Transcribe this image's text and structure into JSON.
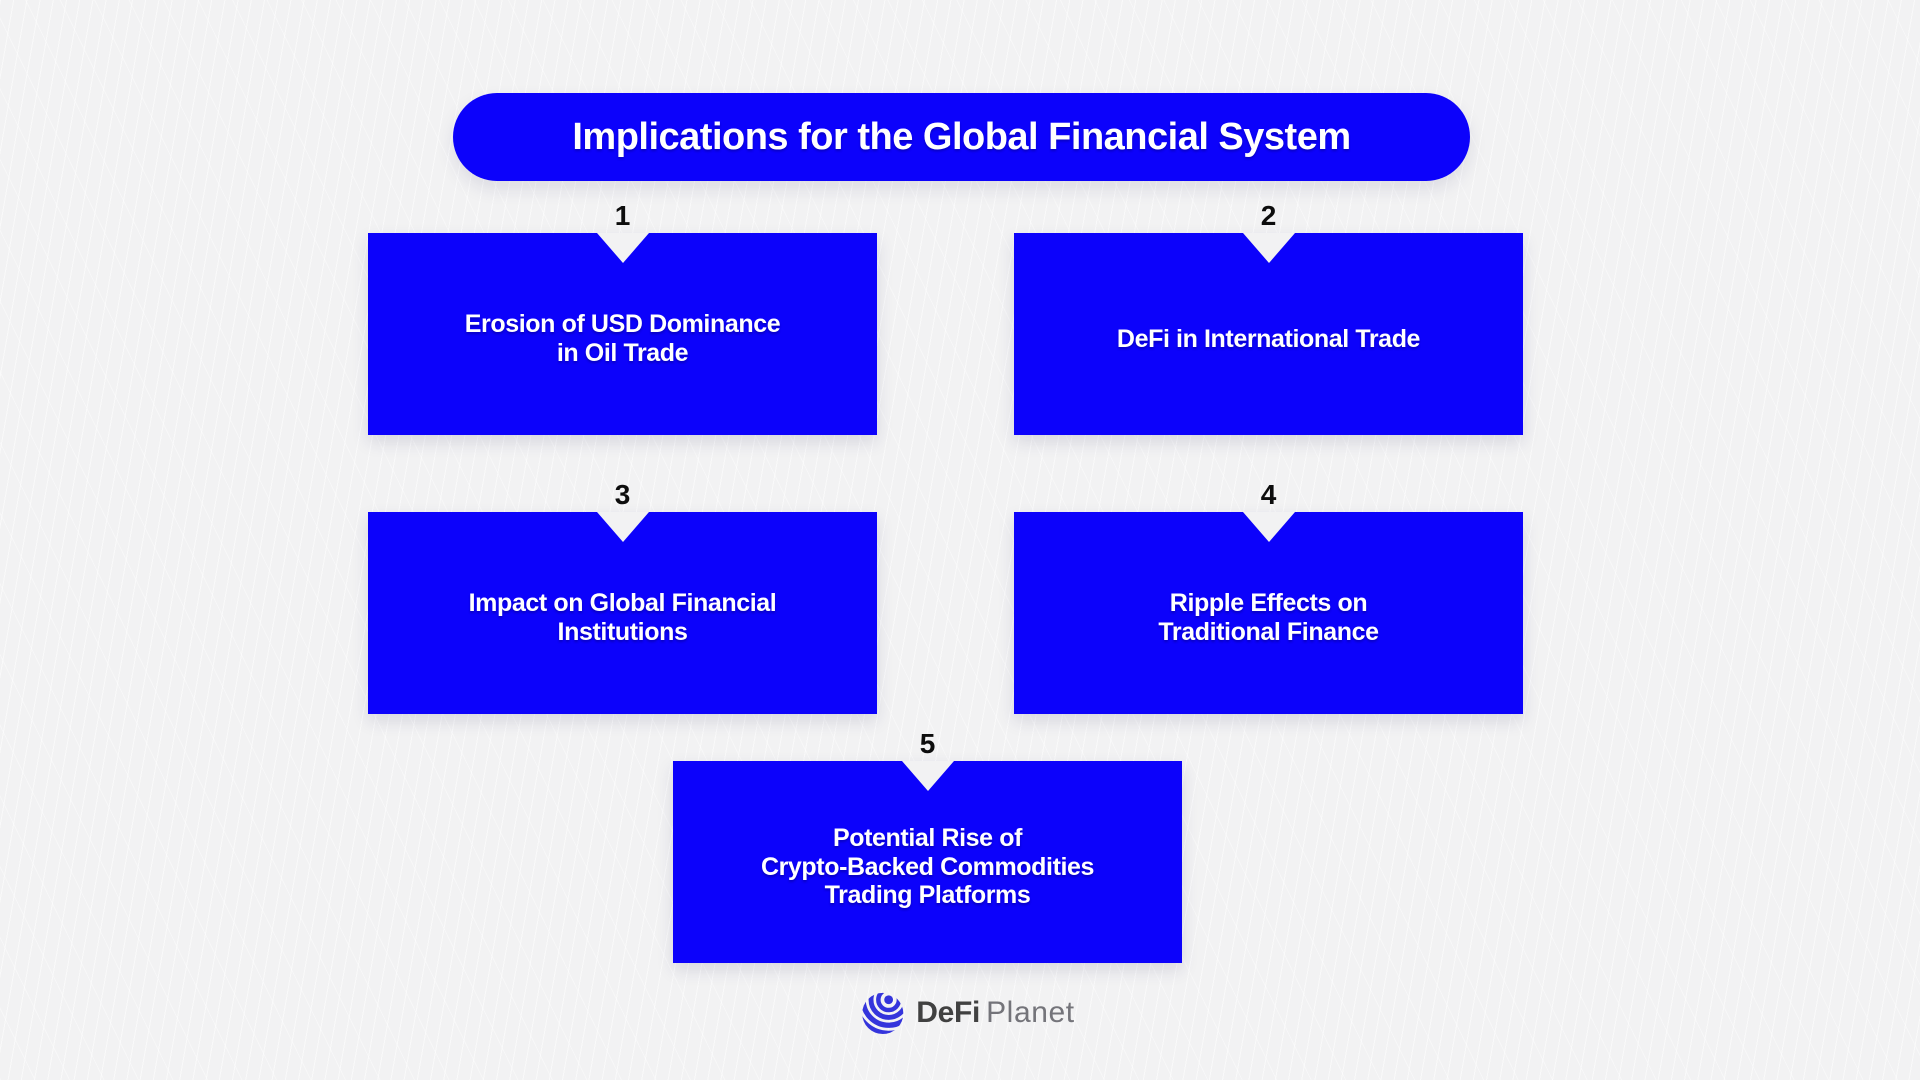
{
  "title": {
    "text": "Implications for the Global Financial System"
  },
  "cards": [
    {
      "number": "1",
      "label": "Erosion of USD Dominance\nin Oil Trade"
    },
    {
      "number": "2",
      "label": "DeFi in International Trade"
    },
    {
      "number": "3",
      "label": "Impact on Global Financial\nInstitutions"
    },
    {
      "number": "4",
      "label": "Ripple Effects on\nTraditional Finance"
    },
    {
      "number": "5",
      "label": "Potential Rise of\nCrypto-Backed Commodities\nTrading Platforms"
    }
  ],
  "footer": {
    "brand_bold": "DeFi",
    "brand_light": "Planet",
    "logo_icon": "globe-icon"
  },
  "colors": {
    "accent_blue": "#0c02fb",
    "background": "#f2f2f3",
    "card_text": "#ffffff",
    "number_text": "#0d0d0d",
    "brand_dark": "#414141",
    "brand_light_gray": "#74747a",
    "globe_blue": "#3434dc"
  }
}
